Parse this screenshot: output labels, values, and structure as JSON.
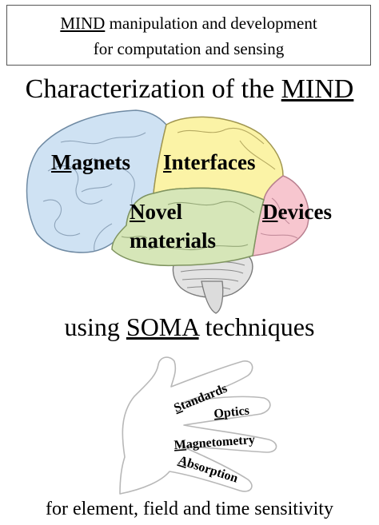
{
  "box": {
    "line1_underlined": "MIND",
    "line1_rest": " manipulation and development",
    "line2": "for computation and sensing"
  },
  "title": {
    "prefix": "Characterization of the ",
    "underlined": "MIND"
  },
  "brain_regions": [
    {
      "initial": "M",
      "rest": "agnets",
      "color": "#cfe2f3"
    },
    {
      "initial": "I",
      "rest": "nterfaces",
      "color": "#fbf3a6"
    },
    {
      "initial": "N",
      "rest": "ovel",
      "line2": "materials",
      "color": "#d6e6b8"
    },
    {
      "initial": "D",
      "rest": "evices",
      "color": "#f7c6cf"
    }
  ],
  "subtitle": {
    "prefix": "using ",
    "underlined": "SOMA",
    "suffix": " techniques"
  },
  "fingers": [
    {
      "initial": "S",
      "rest": "tandards"
    },
    {
      "initial": "O",
      "rest": "ptics"
    },
    {
      "initial": "M",
      "rest": "agnetometry"
    },
    {
      "initial": "A",
      "rest": "bsorption"
    }
  ],
  "footer": "for element, field and time sensitivity"
}
